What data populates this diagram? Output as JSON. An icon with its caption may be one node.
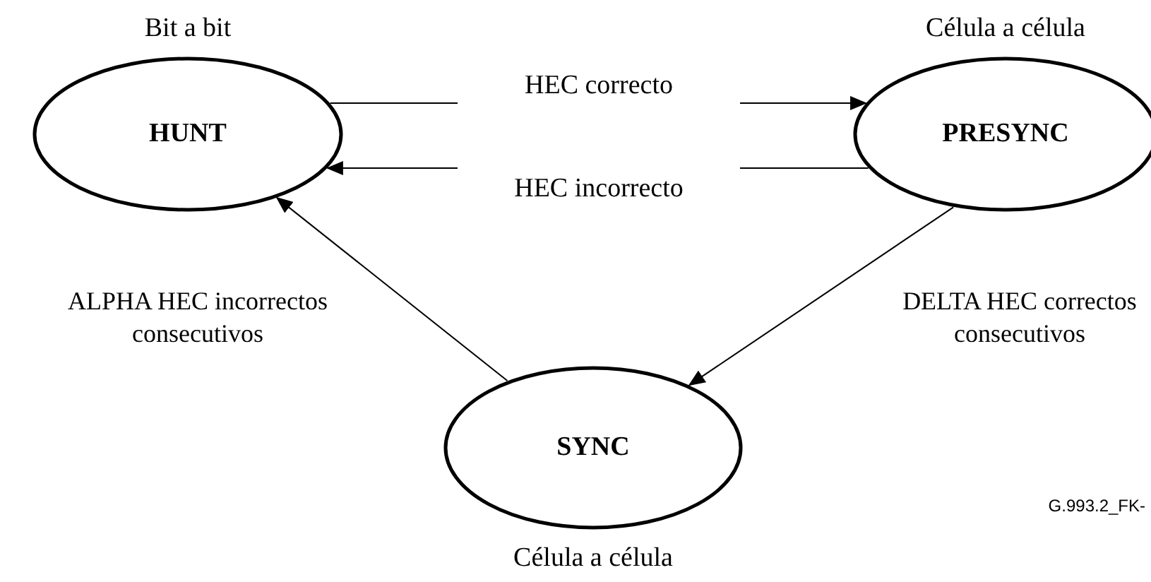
{
  "diagram": {
    "nodes": [
      {
        "text": [
          "HUNT"
        ],
        "beside": [
          "Bit a bit"
        ]
      },
      {
        "text": [
          "PRESYNC"
        ],
        "beside": [
          "Célula a célula"
        ]
      },
      {
        "text": [
          "SYNC"
        ],
        "beside": [
          "Célula a célula"
        ]
      }
    ],
    "edges": [
      {
        "from": 0,
        "to": 1,
        "arrow": "to",
        "label": "HEC correcto"
      },
      {
        "from": 1,
        "to": 0,
        "arrow": "to",
        "label": "HEC incorrecto"
      },
      {
        "from": 2,
        "to": 0,
        "arrow": "to",
        "label": "ALPHA HEC incorrectos consecutivos"
      },
      {
        "from": 1,
        "to": 2,
        "arrow": "to",
        "label": "DELTA HEC correctos consecutivos"
      }
    ],
    "labels": [
      "G.993.2_FK-"
    ]
  }
}
